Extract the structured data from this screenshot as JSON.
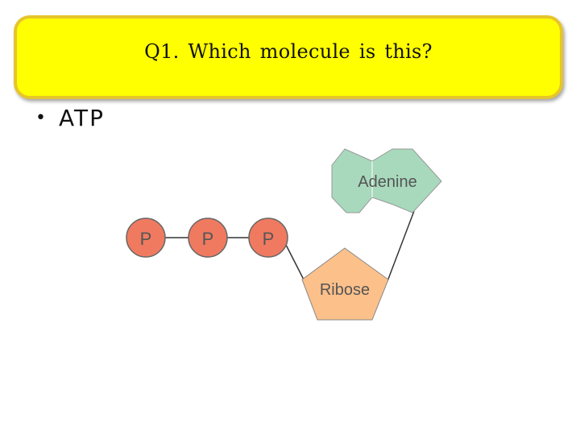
{
  "title": "Q1. Which molecule is this?",
  "bullet": {
    "marker": "•",
    "text": "ATP"
  },
  "diagram": {
    "phosphate_label": "P",
    "ribose_label": "Ribose",
    "adenine_label": "Adenine",
    "colors": {
      "phosphate": "#f07a60",
      "ribose": "#fcc08a",
      "adenine": "#a8d9bd",
      "outline": "#666666",
      "bond": "#333333",
      "title_fill": "#ffff00",
      "title_border": "#e6c52b"
    }
  }
}
